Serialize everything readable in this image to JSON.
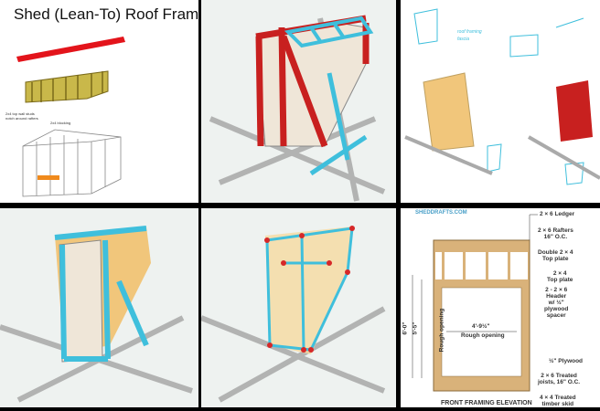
{
  "panels": [
    {
      "title": "Shed (Lean-To) Roof Framing",
      "labels": [
        "2x4 top wall studs notch around rafters",
        "2x4 blocking"
      ]
    },
    {},
    {
      "sketch_notes": [
        "roof framing",
        "fascia"
      ]
    },
    {},
    {},
    {
      "brand": "SHEDDRAFTS.COM",
      "caption": "FRONT FRAMING ELEVATION",
      "callouts": [
        "2 × 6 Ledger",
        "2 × 6 Rafters\n16\" O.C.",
        "Double 2 × 4\nTop plate",
        "2 × 4\nTop plate",
        "2 - 2 × 6\nHeader\nw/ ½\"\nplywood\nspacer",
        "½\" Plywood",
        "2 × 6 Treated\njoists, 16\" O.C.",
        "4 × 4 Treated\ntimber skid"
      ],
      "dims": {
        "width": "4'-9½\"",
        "width_label": "Rough opening",
        "height_outer": "6'-0\"",
        "height_inner": "5'-5\"",
        "height_label": "Rough opening"
      }
    }
  ],
  "colors": {
    "roof_red": "#e3141b",
    "lumber": "#d9b27a",
    "cyan": "#3fbfdc",
    "frame_red": "#c8201f"
  }
}
